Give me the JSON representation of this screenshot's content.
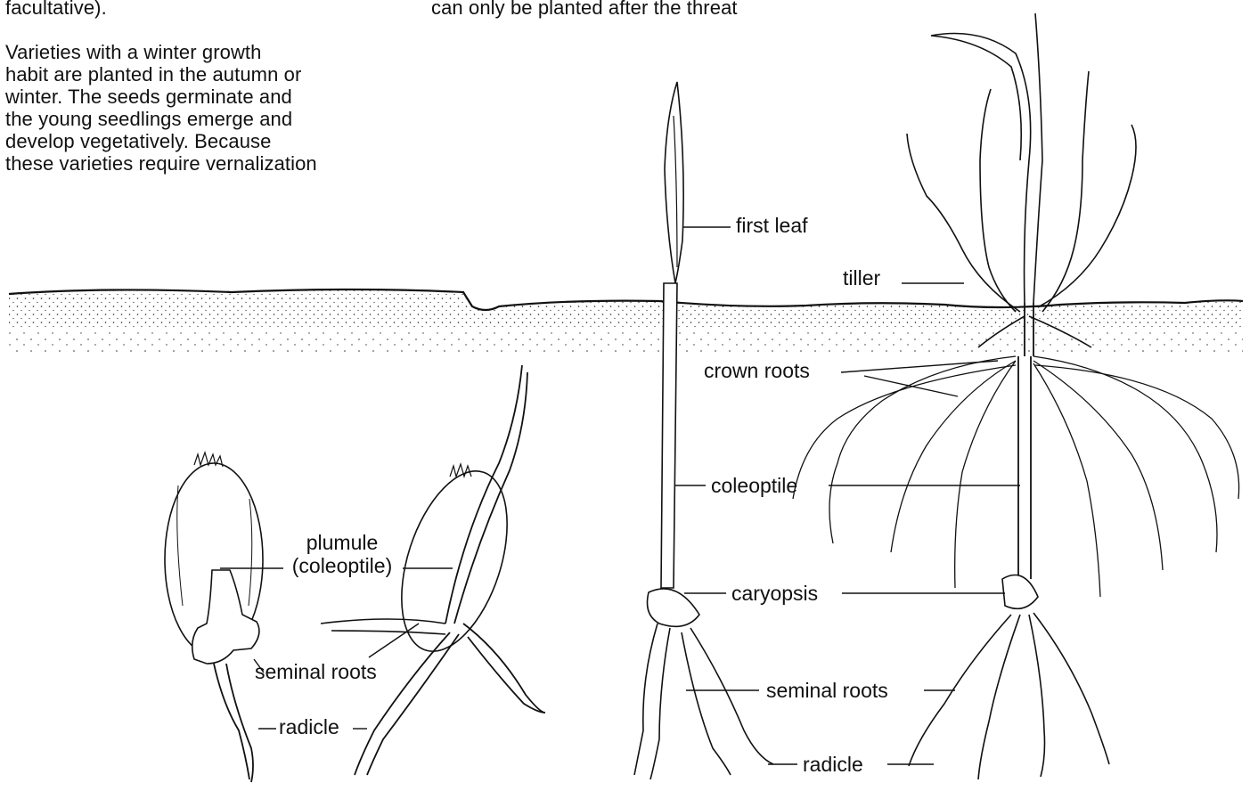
{
  "page_text": {
    "left_column": [
      "facultative).",
      "",
      "Varieties with a winter growth",
      "habit are planted in the autumn or",
      "winter. The seeds germinate and",
      "the young seedlings emerge and",
      "develop vegetatively. Because",
      "these varieties require vernalization"
    ],
    "right_column": [
      "can only be planted after the threat"
    ]
  },
  "diagram": {
    "labels": {
      "plumule_line1": "plumule",
      "plumule_line2": "(coleoptile)",
      "seminal_roots_small": "seminal roots",
      "radicle_small": "radicle",
      "first_leaf": "first leaf",
      "tiller": "tiller",
      "crown_roots": "crown roots",
      "coleoptile": "coleoptile",
      "caryopsis": "caryopsis",
      "seminal_roots_large": "seminal roots",
      "radicle_large": "radicle"
    }
  }
}
